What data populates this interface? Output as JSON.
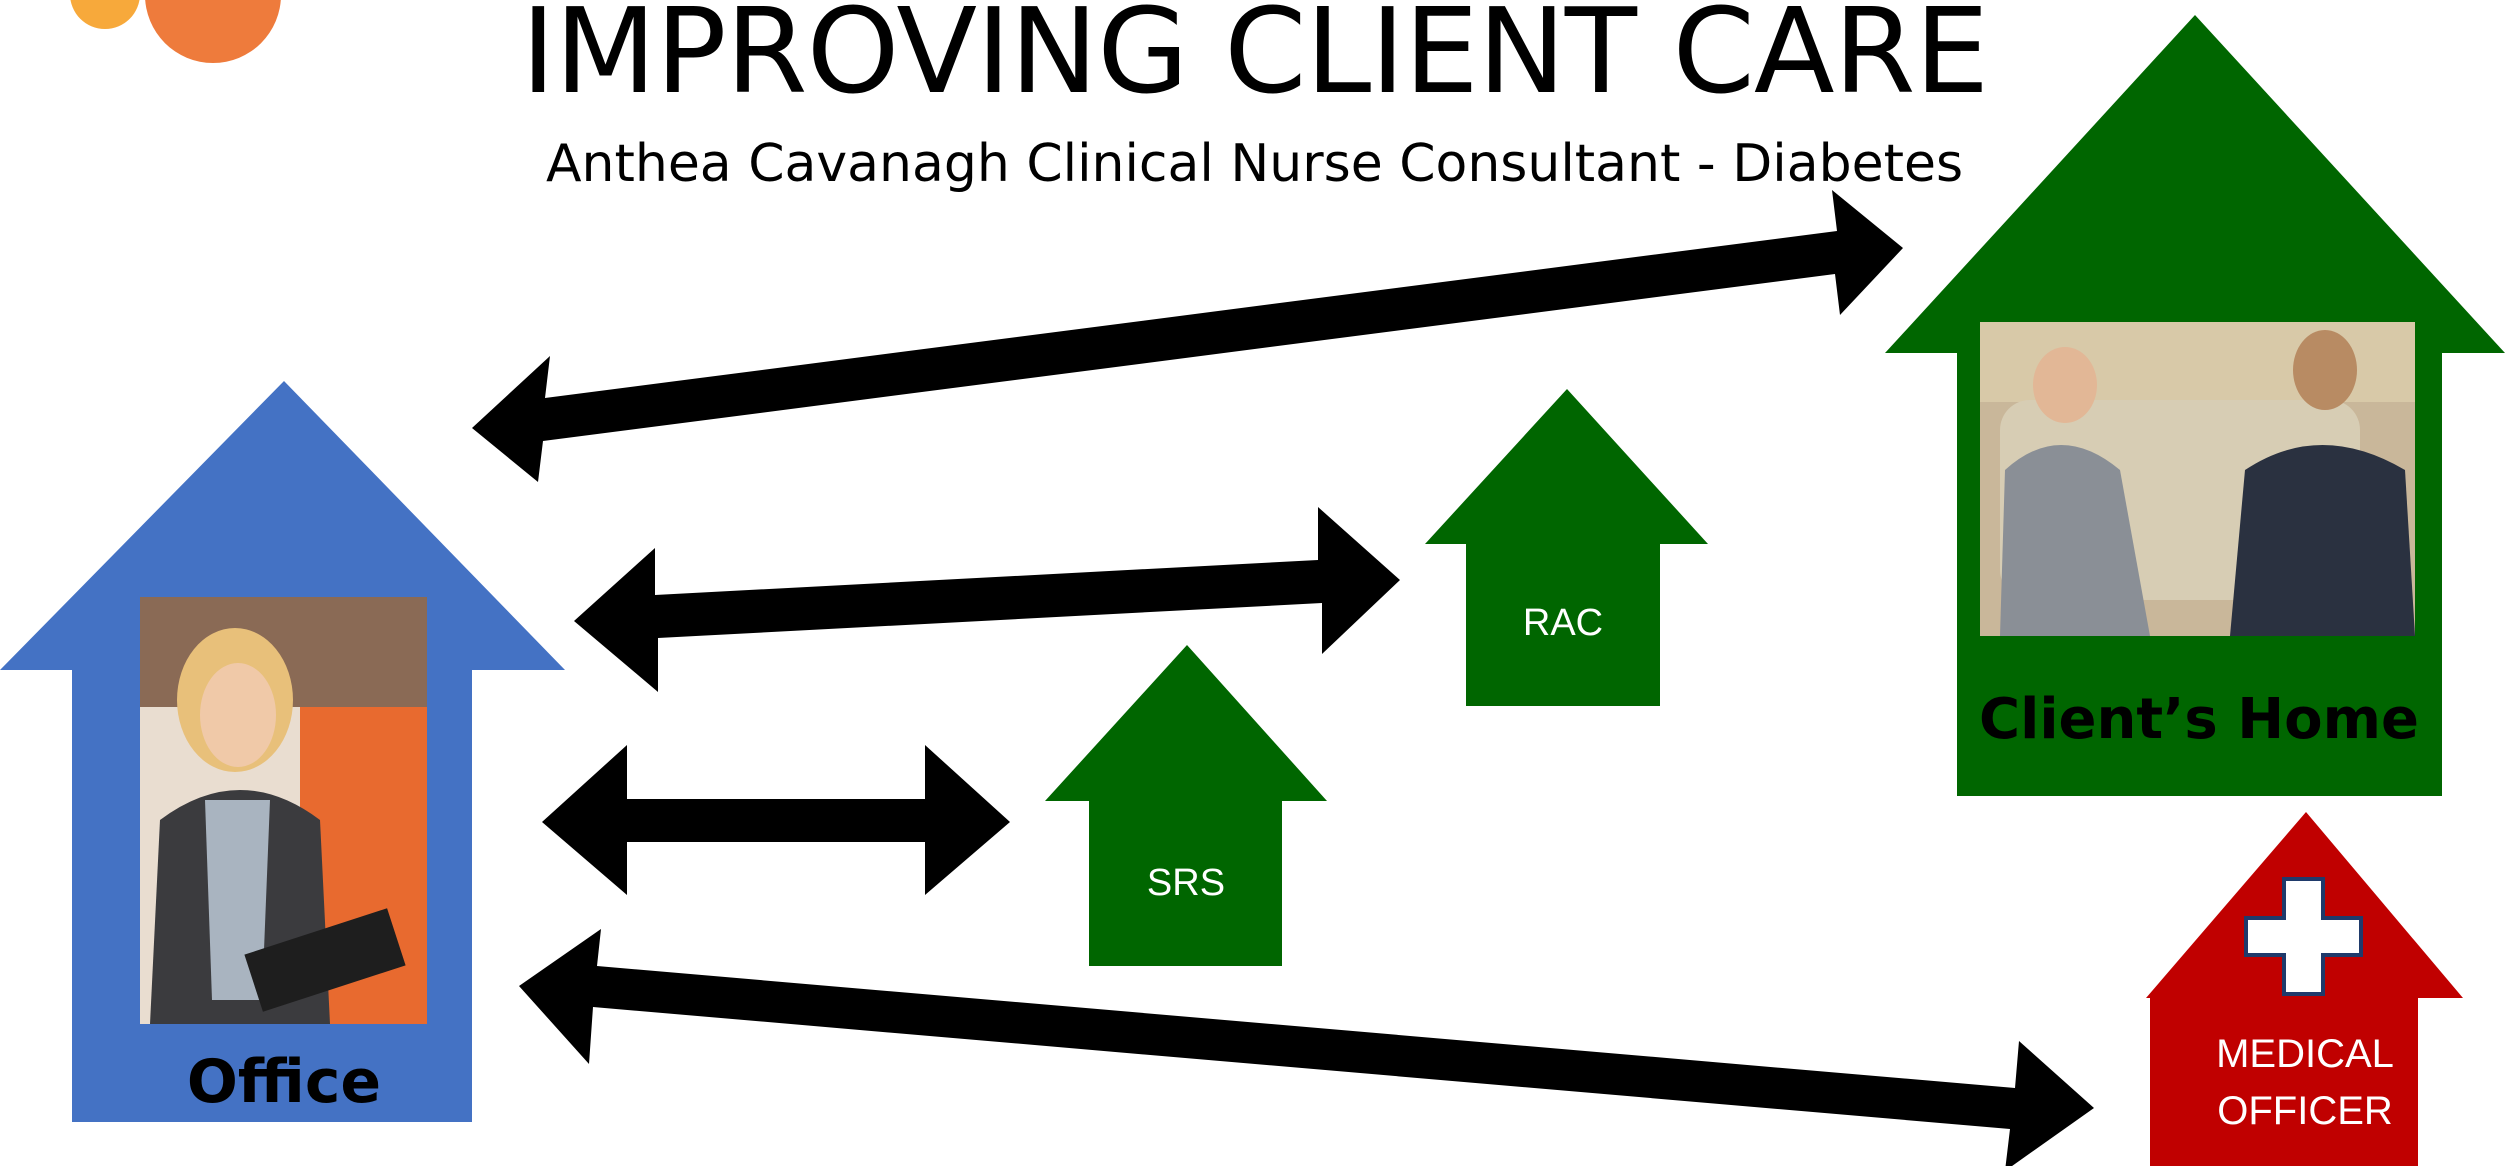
{
  "slide": {
    "title": "IMPROVING CLIENT CARE",
    "subtitle": "Anthea Cavanagh Clinical Nurse Consultant - Diabetes"
  },
  "nodes": {
    "office": {
      "label": "Office",
      "color": "#4472c4"
    },
    "clients_home": {
      "label": "Client’s Home",
      "color": "#006600"
    },
    "rac": {
      "label": "RAC",
      "color": "#006600"
    },
    "srs": {
      "label": "SRS",
      "color": "#006600"
    },
    "medical_officer": {
      "label_line1": "MEDICAL",
      "label_line2": "OFFICER",
      "color": "#c00000"
    }
  },
  "colors": {
    "arrow": "#000000",
    "logo_orange": "#ee7b3c",
    "logo_yellow": "#f7a93b",
    "photo_placeholder": "#d6cfc4"
  },
  "icons": {
    "medical_cross": "plus-cross-icon",
    "logo": "circles-logo"
  }
}
